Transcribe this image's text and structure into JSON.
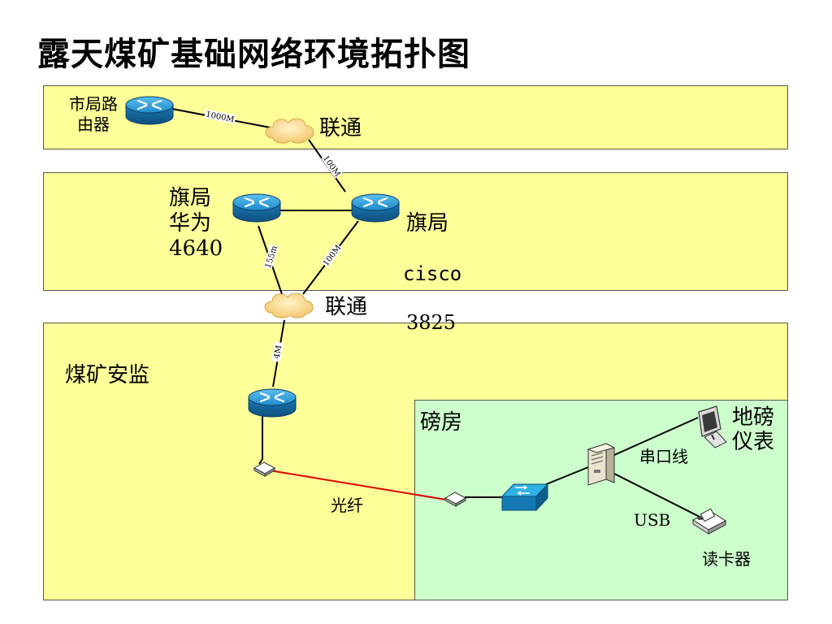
{
  "title": "露天煤矿基础网络环境拓扑图",
  "zones": {
    "city": {},
    "banner": {},
    "mine": {
      "label": "煤矿安监"
    },
    "weighroom": {
      "label": "磅房"
    }
  },
  "nodes": {
    "city_router": {
      "label": "市局路\n由器",
      "icon": "router-icon"
    },
    "unicom_top": {
      "label": "联通",
      "icon": "cloud-icon"
    },
    "huawei_router": {
      "label": "旗局\n华为\n4640",
      "icon": "router-icon"
    },
    "cisco_router": {
      "label_line1": "旗局",
      "label_line2": "cisco",
      "label_line3": "3825",
      "icon": "router-icon"
    },
    "unicom_mid": {
      "label": "联通",
      "icon": "cloud-icon"
    },
    "mine_router": {
      "icon": "router-icon"
    },
    "mine_converter": {
      "icon": "media-converter-icon"
    },
    "room_converter": {
      "icon": "media-converter-icon"
    },
    "switch": {
      "icon": "switch-icon"
    },
    "server": {
      "icon": "server-icon"
    },
    "monitor": {
      "label": "地磅\n仪表",
      "icon": "monitor-icon"
    },
    "card_reader": {
      "label": "读卡器",
      "icon": "card-reader-icon"
    }
  },
  "links": {
    "city_unicom": "1000M",
    "unicom_cisco": "100M",
    "huawei_unicom": "155m",
    "cisco_unicom": "100M",
    "unicom_mine": "4M",
    "fiber": "光纤",
    "serial": "串口线",
    "usb": "USB"
  },
  "colors": {
    "zone_fill": "#ffff99",
    "weighroom_fill": "#ccffcc",
    "fiber_line": "#e00000",
    "router_fill": "#1f8ac9",
    "switch_fill": "#1e9fd8"
  }
}
